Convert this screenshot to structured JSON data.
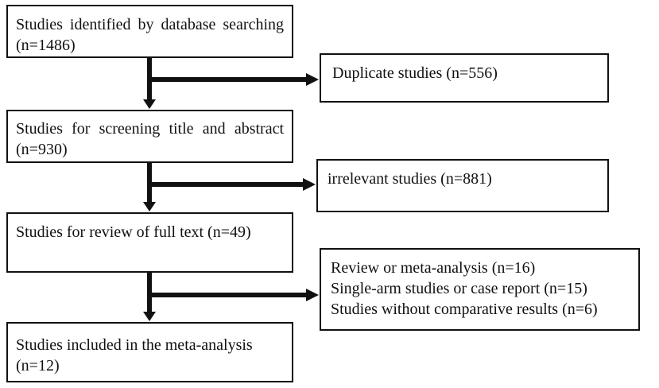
{
  "flowchart": {
    "identified": {
      "text": "Studies identified by database searching (n=1486)"
    },
    "duplicates": {
      "text": "Duplicate studies (n=556)"
    },
    "screening": {
      "text": "Studies for screening title and abstract (n=930)"
    },
    "irrelevant": {
      "text": "irrelevant studies (n=881)"
    },
    "full_text": {
      "text": "Studies for review of full text (n=49)"
    },
    "excluded": {
      "lines": [
        "Review or meta-analysis (n=16)",
        "Single-arm studies or case report (n=15)",
        "Studies without comparative results (n=6)"
      ]
    },
    "included": {
      "text": "Studies included in the meta-analysis (n=12)"
    }
  }
}
